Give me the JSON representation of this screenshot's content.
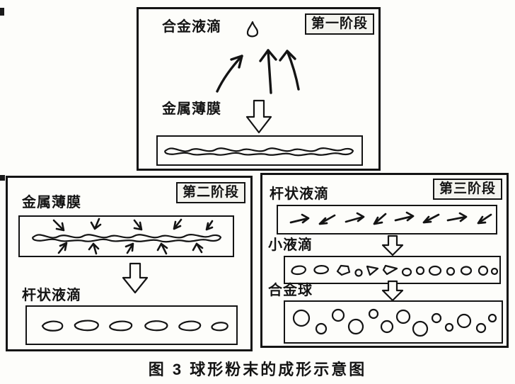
{
  "colors": {
    "ink": "#141414",
    "paper": "#fdfdfa"
  },
  "caption": "图 3  球形粉末的成形示意图",
  "stage1": {
    "badge": "第一阶段",
    "droplet_label": "合金液滴",
    "film_label": "金属薄膜"
  },
  "stage2": {
    "badge": "第二阶段",
    "film_label": "金属薄膜",
    "rod_label": "杆状液滴"
  },
  "stage3": {
    "badge": "第三阶段",
    "rod_label": "杆状液滴",
    "small_label": "小液滴",
    "sphere_label": "合金球"
  },
  "icons": {
    "droplet": "hand-drawn teardrop outline",
    "up_arrows": "three hand-drawn arrows pointing up",
    "down_block_arrow": "hollow block arrow pointing down",
    "film_squiggle": "wavy ribbon (thin metal film)",
    "shrink_arrows": "small arrows pressing into film",
    "rod_arrows": "small rod/arrow shaped droplets",
    "small_droplets": "irregular small blobs",
    "spheres": "circles of assorted sizes"
  }
}
